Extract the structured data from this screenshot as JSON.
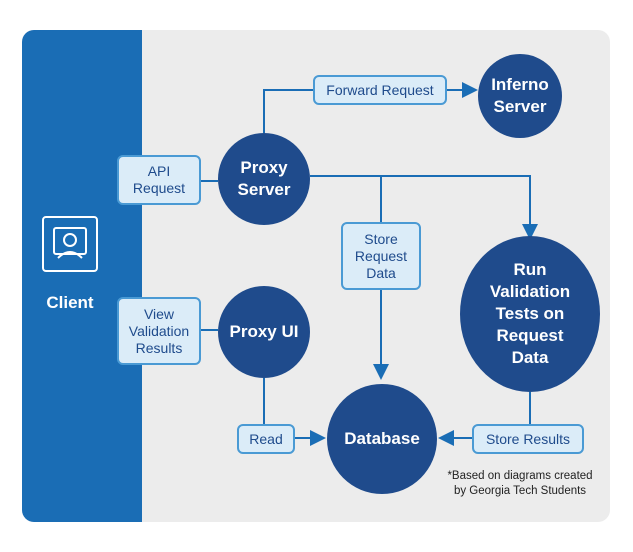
{
  "colors": {
    "client_band": "#1a6db5",
    "panel": "#ececec",
    "node": "#1f4b8c",
    "label_fill": "#dbecf8",
    "label_border": "#4a9ad4",
    "connector": "#1a6db5"
  },
  "client": {
    "label": "Client",
    "icon": "user-monitor-icon"
  },
  "nodes": {
    "inferno_server": "Inferno\nServer",
    "proxy_server": "Proxy\nServer",
    "proxy_ui": "Proxy UI",
    "run_validation": "Run\nValidation\nTests on\nRequest\nData",
    "database": "Database"
  },
  "edge_labels": {
    "forward_request": "Forward Request",
    "api_request": "API\nRequest",
    "store_request_data": "Store\nRequest\nData",
    "view_validation_results": "View\nValidation\nResults",
    "read": "Read",
    "store_results": "Store Results"
  },
  "footnote": "*Based on diagrams created\nby Georgia Tech Students"
}
